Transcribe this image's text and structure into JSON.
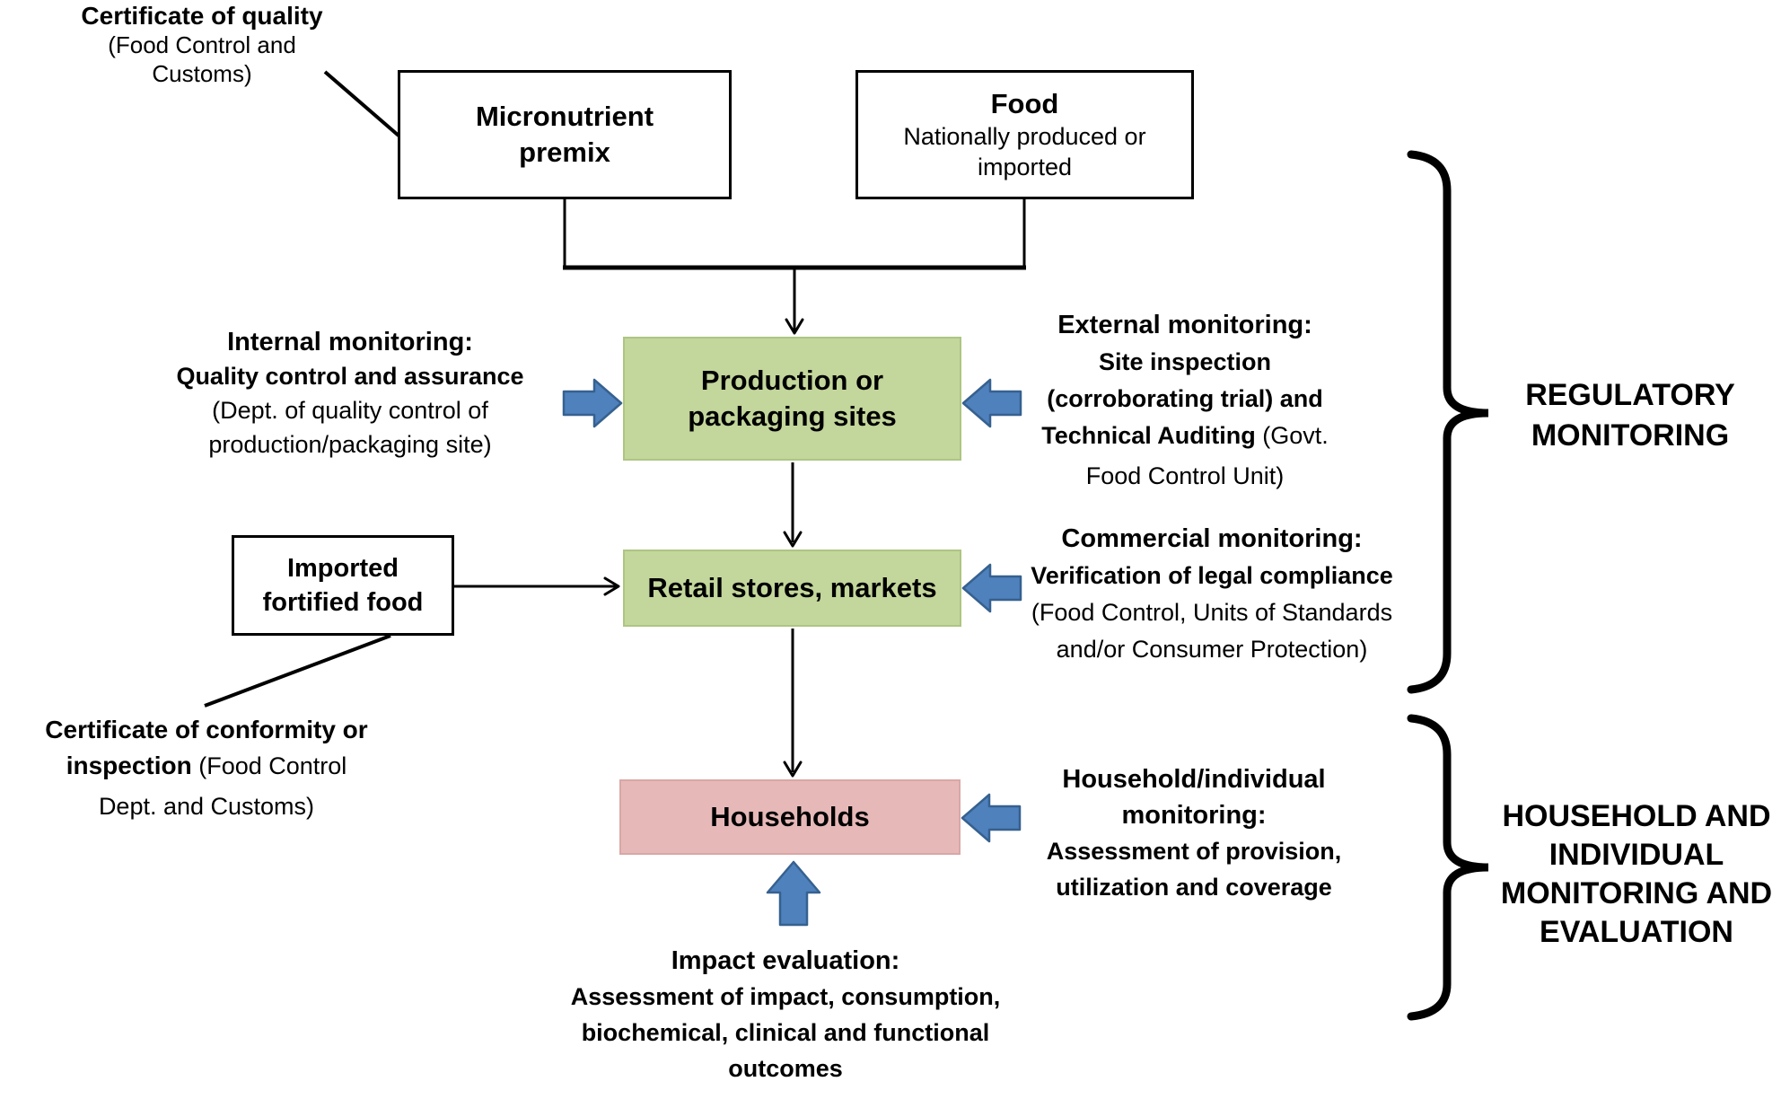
{
  "colors": {
    "green_fill": "#c3d69b",
    "green_border": "#aec583",
    "pink_fill": "#e6b9b8",
    "pink_border": "#d9a7a6",
    "blue_fill": "#4f81bd",
    "blue_border": "#36618f",
    "line": "#000000"
  },
  "notes": {
    "cert_quality": {
      "bold": "Certificate of quality",
      "normal1": "(Food Control and",
      "normal2": "Customs)"
    },
    "internal": {
      "title": "Internal monitoring:",
      "bold": "Quality control and assurance",
      "normal1": "(Dept. of quality control of",
      "normal2": "production/packaging site)"
    },
    "external": {
      "title": "External monitoring:",
      "bold1": "Site inspection",
      "bold2": "(corroborating trial) and",
      "bold3": "Technical Auditing",
      "normal1": " (Govt.",
      "normal2": "Food Control Unit)"
    },
    "commercial": {
      "title": "Commercial monitoring:",
      "bold": "Verification of legal compliance",
      "normal1": "(Food Control, Units of Standards",
      "normal2": "and/or Consumer Protection)"
    },
    "cert_conformity": {
      "bold1": "Certificate of conformity or",
      "bold2": "inspection",
      "normal1": " (Food Control",
      "normal2": "Dept. and Customs)"
    },
    "household_monitoring": {
      "title1": "Household/individual",
      "title2": "monitoring:",
      "bold1": "Assessment of provision,",
      "bold2": "utilization and coverage"
    },
    "impact": {
      "title": "Impact evaluation:",
      "bold1": "Assessment of impact, consumption,",
      "bold2": "biochemical, clinical  and functional",
      "bold3": "outcomes"
    }
  },
  "boxes": {
    "micronutrient": {
      "line1": "Micronutrient",
      "line2": "premix"
    },
    "food": {
      "title": "Food",
      "sub1": "Nationally produced or",
      "sub2": "imported"
    },
    "production": {
      "line1": "Production or",
      "line2": "packaging sites"
    },
    "imported": {
      "line1": "Imported",
      "line2": "fortified food"
    },
    "retail": {
      "label": "Retail stores, markets"
    },
    "households": {
      "label": "Households"
    }
  },
  "group_labels": {
    "regulatory": {
      "line1": "REGULATORY",
      "line2": "MONITORING"
    },
    "household_eval": {
      "line1": "HOUSEHOLD AND",
      "line2": "INDIVIDUAL",
      "line3": "MONITORING AND",
      "line4": "EVALUATION"
    }
  }
}
